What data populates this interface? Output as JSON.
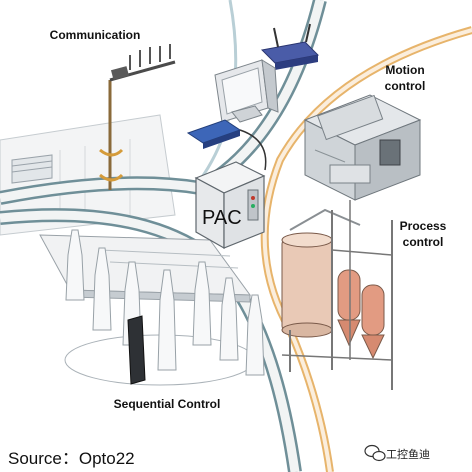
{
  "labels": {
    "communication": "Communication",
    "motion_control": "Motion\ncontrol",
    "process_control": "Process\ncontrol",
    "sequential_control": "Sequential Control",
    "pac": "PAC",
    "source": "Source：Opto22",
    "watermark": "工控鱼迪"
  },
  "colors": {
    "band_outer": "#6f8f98",
    "band_inner": "#f2f4f4",
    "orange_band": "#e7b46b",
    "tank_fill": "#e9c9b6",
    "tank_outline": "#7a5a4a",
    "device_gray": "#c9cdd2",
    "blue_device": "#3d66b8"
  },
  "icons": [
    "antenna-icon",
    "router-icon",
    "computer-icon",
    "switch-icon",
    "pac-controller-icon",
    "motion-machine-icon",
    "tank-icon",
    "bottle-icon",
    "wechat-icon"
  ]
}
